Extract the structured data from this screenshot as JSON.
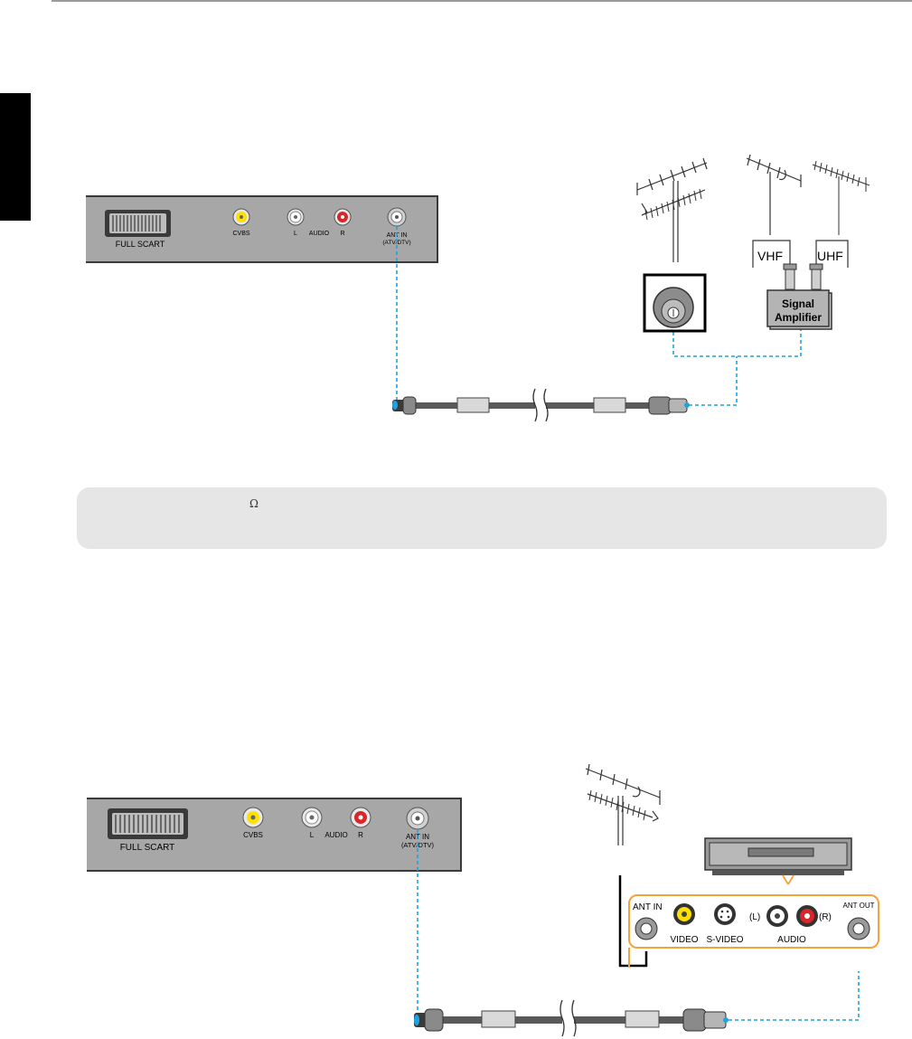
{
  "note": {
    "ohm_symbol": "Ω"
  },
  "panel_1": {
    "scart": "FULL SCART",
    "cvbs": "CVBS",
    "audio_l": "L",
    "audio": "AUDIO",
    "audio_r": "R",
    "ant_in": "ANT IN",
    "ant_in_sub": "(ATV/DTV)"
  },
  "antenna_setup": {
    "vhf": "VHF",
    "uhf": "UHF",
    "amplifier_line1": "Signal",
    "amplifier_line2": "Amplifier"
  },
  "panel_2": {
    "scart": "FULL SCART",
    "cvbs": "CVBS",
    "audio_l": "L",
    "audio": "AUDIO",
    "audio_r": "R",
    "ant_in": "ANT IN",
    "ant_in_sub": "(ATV/DTV)"
  },
  "vcr": {
    "ant_in": "ANT IN",
    "video": "VIDEO",
    "s_video": "S-VIDEO",
    "audio_l": "(L)",
    "audio_r": "(R)",
    "audio": "AUDIO",
    "ant_out": "ANT OUT"
  },
  "colors": {
    "dashed_line": "#1fa3e0",
    "vcr_outline": "#f2a33a",
    "panel_gray": "#a7a7a7",
    "cvbs_yellow": "#ffe000",
    "audio_red": "#d8262b"
  }
}
